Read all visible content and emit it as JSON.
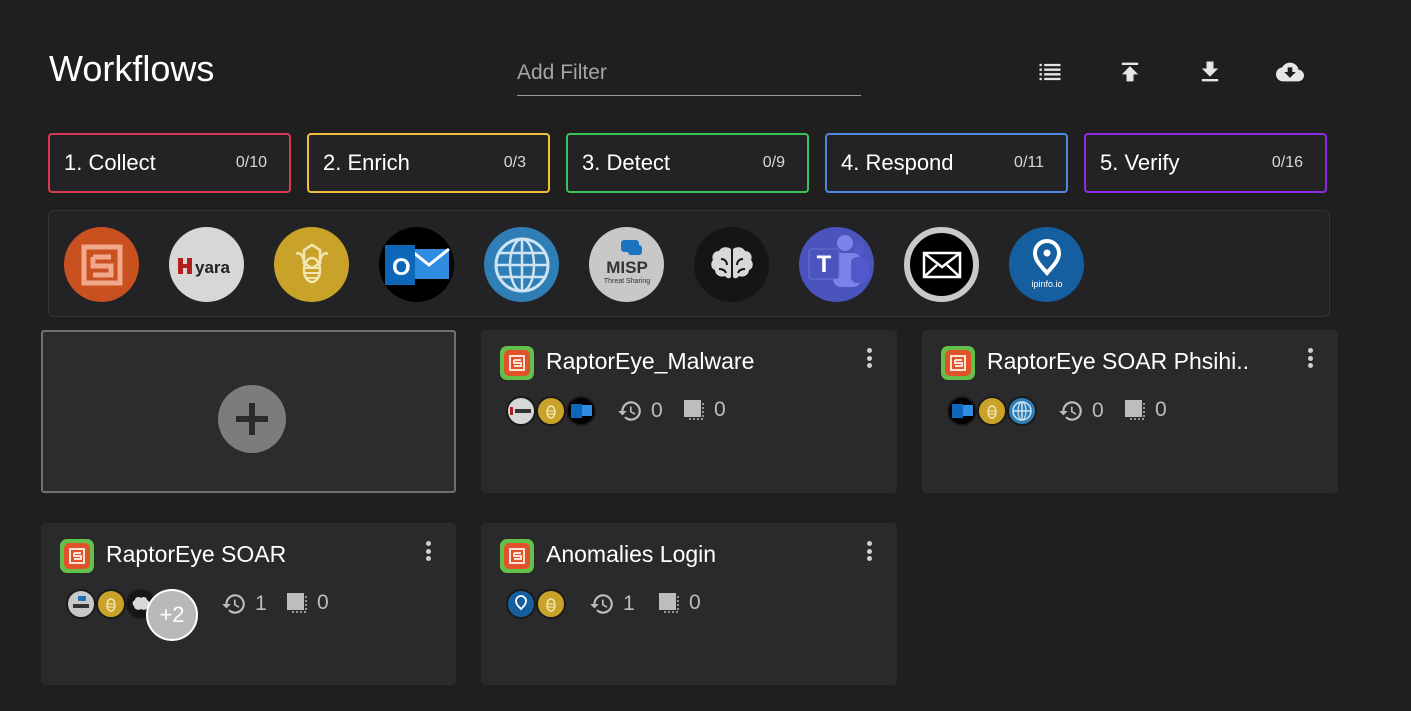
{
  "header": {
    "title": "Workflows",
    "filter_placeholder": "Add Filter",
    "actions": [
      "list-view-icon",
      "upload-icon",
      "download-icon",
      "cloud-download-icon"
    ]
  },
  "stages": [
    {
      "name": "1. Collect",
      "count": "0/10",
      "color": "#d63b52"
    },
    {
      "name": "2. Enrich",
      "count": "0/3",
      "color": "#f0bf3c"
    },
    {
      "name": "3. Detect",
      "count": "0/9",
      "color": "#3ac25d"
    },
    {
      "name": "4. Respond",
      "count": "0/11",
      "color": "#4f86e0"
    },
    {
      "name": "5. Verify",
      "count": "0/16",
      "color": "#8e2ae6"
    }
  ],
  "apps": {
    "yara_text": "yara",
    "misp_text": "MISP",
    "misp_sub": "Threat Sharing",
    "outlook_letter": "O",
    "teams_letter": "T",
    "ipinfo_text": "ipinfo.io"
  },
  "add_workflow_icon": "plus-icon",
  "workflows": [
    {
      "name": "RaptorEye_Malware",
      "runs": "0",
      "nodes": "0"
    },
    {
      "name": "RaptorEye SOAR Phsihi..",
      "runs": "0",
      "nodes": "0"
    },
    {
      "name": "RaptorEye SOAR",
      "runs": "1",
      "nodes": "0",
      "more": "+2"
    },
    {
      "name": "Anomalies Login",
      "runs": "1",
      "nodes": "0"
    }
  ],
  "colors": {
    "background": "#1f1f20",
    "card": "#2a2a2c",
    "raptor_orange": "#e0532a",
    "raptor_green": "#63c14a"
  }
}
